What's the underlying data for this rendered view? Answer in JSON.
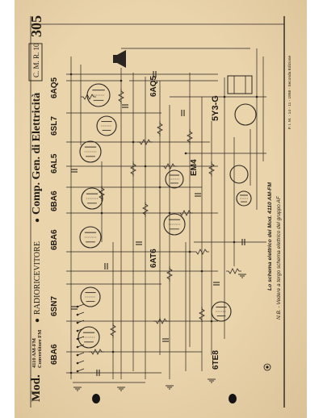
{
  "header": {
    "model": "Mod.",
    "model_number_line1": "4110 AM-FM",
    "model_number_line2": "Convertitore FM",
    "brand_main": "RADIORICEVITORE",
    "maker": "Comp. Gen. di Elettricità",
    "code": "C. M. R. 10",
    "page_number": "305"
  },
  "tubes": [
    "6BA6",
    "6SN7",
    "6BA6",
    "6BA6",
    "6AL5",
    "6SL7",
    "6AQ5",
    "6AQ5",
    "6AT6",
    "EM4",
    "5Y3-G",
    "6TE8"
  ],
  "caption": {
    "line1": "Lo schema elettrico del Mod. 4110 AM-FM",
    "line2": "N.B. - Vedere a tergo schema elettrico del gruppo AF"
  },
  "footer_note": "F. I. M. - 14 - 11 - 1958 - Seconda Edizione",
  "colors": {
    "paper": "#ead4ac",
    "ink": "#1e1a14",
    "page": "#ffffff"
  }
}
